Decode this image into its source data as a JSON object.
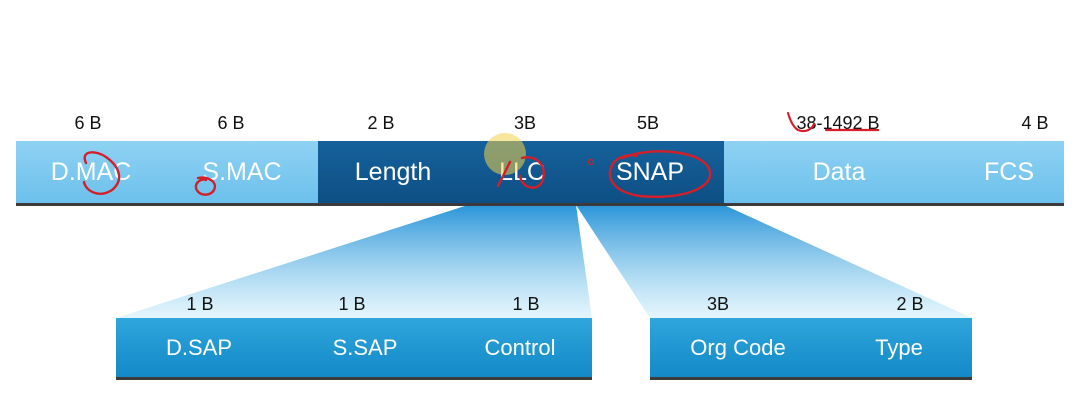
{
  "top_row": [
    {
      "label": "D.MAC",
      "size": "6 B"
    },
    {
      "label": "S.MAC",
      "size": "6 B"
    },
    {
      "label": "Length",
      "size": "2 B"
    },
    {
      "label": "LLC",
      "size": "3B"
    },
    {
      "label": "SNAP",
      "size": "5B"
    },
    {
      "label": "Data",
      "size": "38-1492 B"
    },
    {
      "label": "FCS",
      "size": "4 B"
    }
  ],
  "llc_fields": [
    {
      "label": "D.SAP",
      "size": "1 B"
    },
    {
      "label": "S.SAP",
      "size": "1 B"
    },
    {
      "label": "Control",
      "size": "1 B"
    }
  ],
  "snap_fields": [
    {
      "label": "Org Code",
      "size": "3B"
    },
    {
      "label": "Type",
      "size": "2 B"
    }
  ],
  "colors": {
    "light_cell": "#7ec9ef",
    "dark_cell": "#115a92",
    "sub_cell": "#1f97d2",
    "annotation": "#d21f2a",
    "fan": "#8fd3f3"
  }
}
